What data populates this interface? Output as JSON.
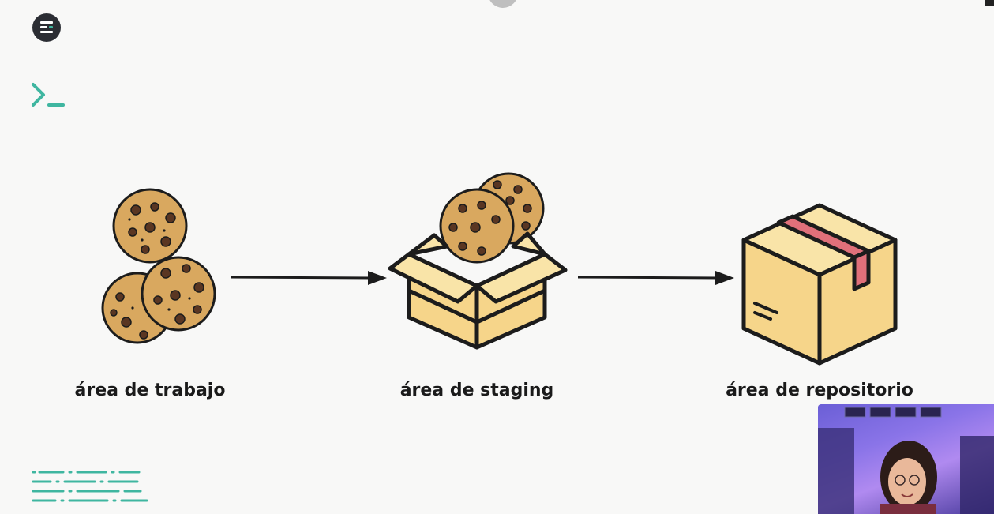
{
  "labels": {
    "work_area": "área de trabajo",
    "staging_area": "área de staging",
    "repository_area": "área de repositorio"
  },
  "icons": {
    "app_logo": "app-logo-icon",
    "terminal_prompt": "terminal-prompt-icon",
    "cookies": "cookies-icon",
    "open_box": "open-box-with-cookies-icon",
    "closed_box": "closed-box-icon",
    "arrow": "arrow-right-icon",
    "code_lines": "code-lines-decoration-icon"
  },
  "colors": {
    "accent_teal": "#3fb6a0",
    "box_yellow": "#f6d58a",
    "tape_red": "#e0707a",
    "cookie_tan": "#d9a85f",
    "outline": "#1c1c1c",
    "background": "#f8f8f7"
  }
}
